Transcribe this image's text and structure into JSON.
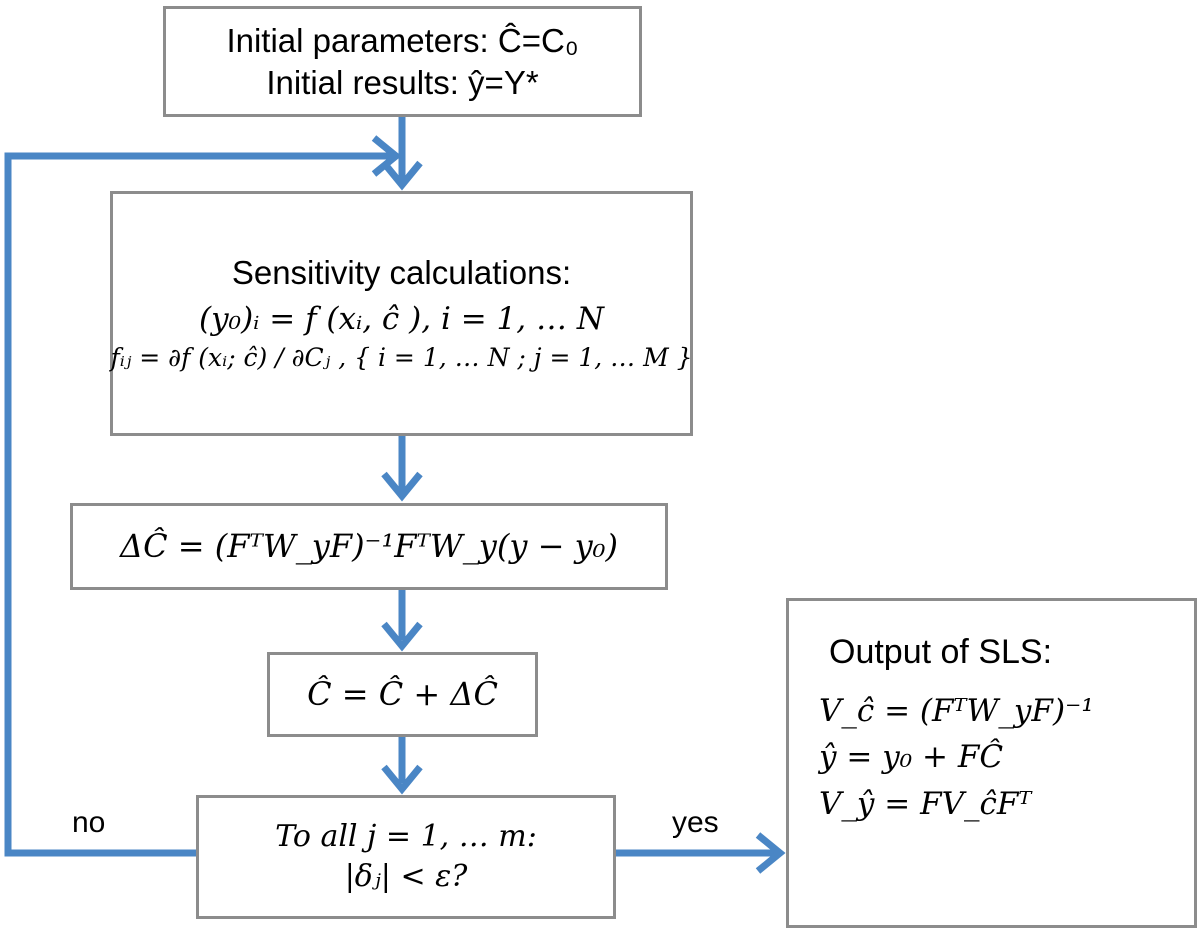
{
  "colors": {
    "arrow": "#4a86c5",
    "box_border": "#8c8c8c"
  },
  "nodes": {
    "init": {
      "line1": "Initial parameters: Ĉ=C₀",
      "line2": "Initial results: ŷ=Y*"
    },
    "sens": {
      "title": "Sensitivity calculations:",
      "eq1": "(y₀)ᵢ = f (xᵢ, ĉ ), i = 1, … N",
      "eq2": "fᵢⱼ = ∂f (xᵢ; ĉ) / ∂Cⱼ , { i = 1, … N ; j = 1, … M }"
    },
    "delta": {
      "eq": "ΔĈ = (FᵀW_yF)⁻¹FᵀW_y(y − y₀)"
    },
    "update": {
      "eq": "Ĉ = Ĉ + ΔĈ"
    },
    "check": {
      "line1": "To all j = 1, … m:",
      "line2": "|δⱼ| < ε?"
    },
    "output": {
      "title": "Output of SLS:",
      "eq1": "V_ĉ = (FᵀW_yF)⁻¹",
      "eq2": "ŷ = y₀ + FĈ",
      "eq3": "V_ŷ = FV_ĉFᵀ"
    }
  },
  "edges": {
    "no_label": "no",
    "yes_label": "yes"
  }
}
